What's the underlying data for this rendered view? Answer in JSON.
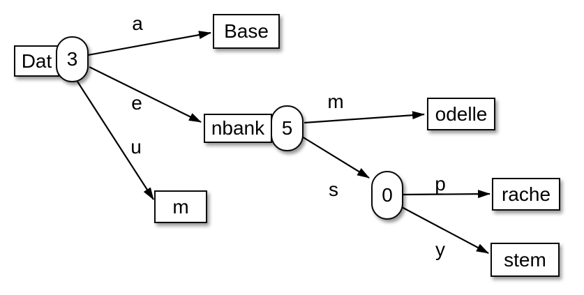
{
  "diagram": {
    "type": "radix-trie",
    "colors": {
      "background": "#ffffff",
      "node_fill": "#ffffff",
      "stroke": "#000000",
      "text": "#000000"
    },
    "nodes": {
      "dat": {
        "label": "Dat",
        "badge": "3"
      },
      "base": {
        "label": "Base"
      },
      "nbank": {
        "label": "nbank",
        "badge": "5"
      },
      "m": {
        "label": "m"
      },
      "odelle": {
        "label": "odelle"
      },
      "zero": {
        "badge": "0"
      },
      "rache": {
        "label": "rache"
      },
      "stem": {
        "label": "stem"
      }
    },
    "edges": {
      "a": {
        "label": "a",
        "from": "dat",
        "to": "base"
      },
      "e": {
        "label": "e",
        "from": "dat",
        "to": "nbank"
      },
      "u": {
        "label": "u",
        "from": "dat",
        "to": "m"
      },
      "m": {
        "label": "m",
        "from": "nbank",
        "to": "odelle"
      },
      "s": {
        "label": "s",
        "from": "nbank",
        "to": "zero"
      },
      "p": {
        "label": "p",
        "from": "zero",
        "to": "rache"
      },
      "y": {
        "label": "y",
        "from": "zero",
        "to": "stem"
      }
    }
  }
}
